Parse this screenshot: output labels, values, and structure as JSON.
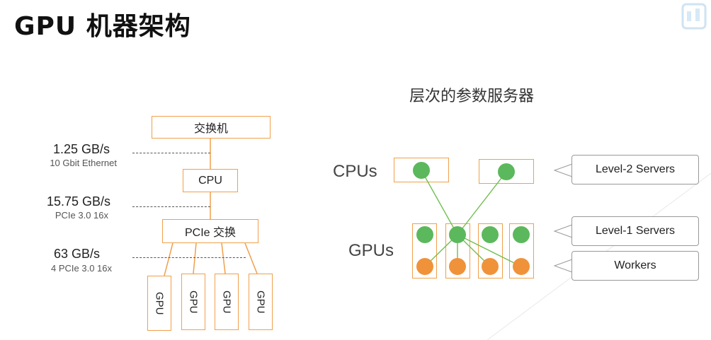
{
  "title": "GPU 机器架构",
  "left": {
    "switch_label": "交换机",
    "cpu_label": "CPU",
    "pcie_switch_label": "PCIe 交换",
    "gpu_labels": [
      "GPU",
      "GPU",
      "GPU",
      "GPU"
    ],
    "bandwidths": [
      {
        "value": "1.25 GB/s",
        "detail": "10 Gbit Ethernet"
      },
      {
        "value": "15.75 GB/s",
        "detail": "PCIe 3.0 16x"
      },
      {
        "value": "63 GB/s",
        "detail": "4 PCIe 3.0 16x"
      }
    ]
  },
  "right": {
    "title": "层次的参数服务器",
    "cpus_label": "CPUs",
    "gpus_label": "GPUs",
    "callouts": {
      "level2": "Level-2 Servers",
      "level1": "Level-1 Servers",
      "workers": "Workers"
    }
  },
  "colors": {
    "box_border": "#f0a04b",
    "server_node": "#5cb85c",
    "worker_node": "#f0923a",
    "link": "#6fbf4f"
  }
}
